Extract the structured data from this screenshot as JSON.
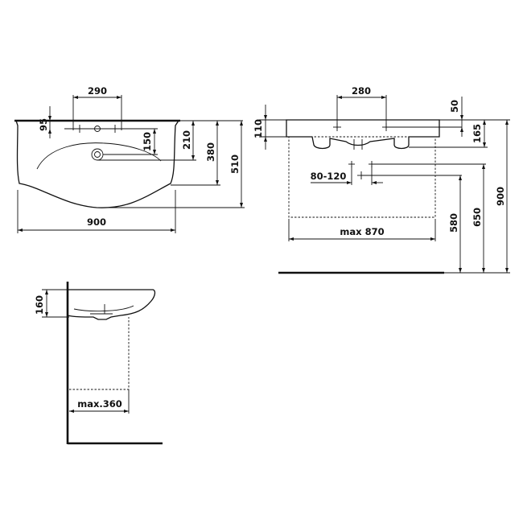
{
  "dimensions": {
    "top_view": {
      "tap_spacing": "290",
      "hole_offset": "95",
      "hole_depth": "150",
      "depth_front": "210",
      "depth_mid": "380",
      "depth_total": "510",
      "width": "900"
    },
    "front_view": {
      "waste_spacing": "280",
      "rim_drop": "50",
      "bowl_height": "110",
      "rim_to_waste": "165",
      "waste_range": "80-120",
      "cabinet_width": "max 870",
      "h_waste": "580",
      "h_supply": "650",
      "h_rim": "900"
    },
    "side_view": {
      "height": "160",
      "cabinet_depth": "max.360"
    }
  },
  "colors": {
    "line": "#111111",
    "background": "#ffffff"
  }
}
